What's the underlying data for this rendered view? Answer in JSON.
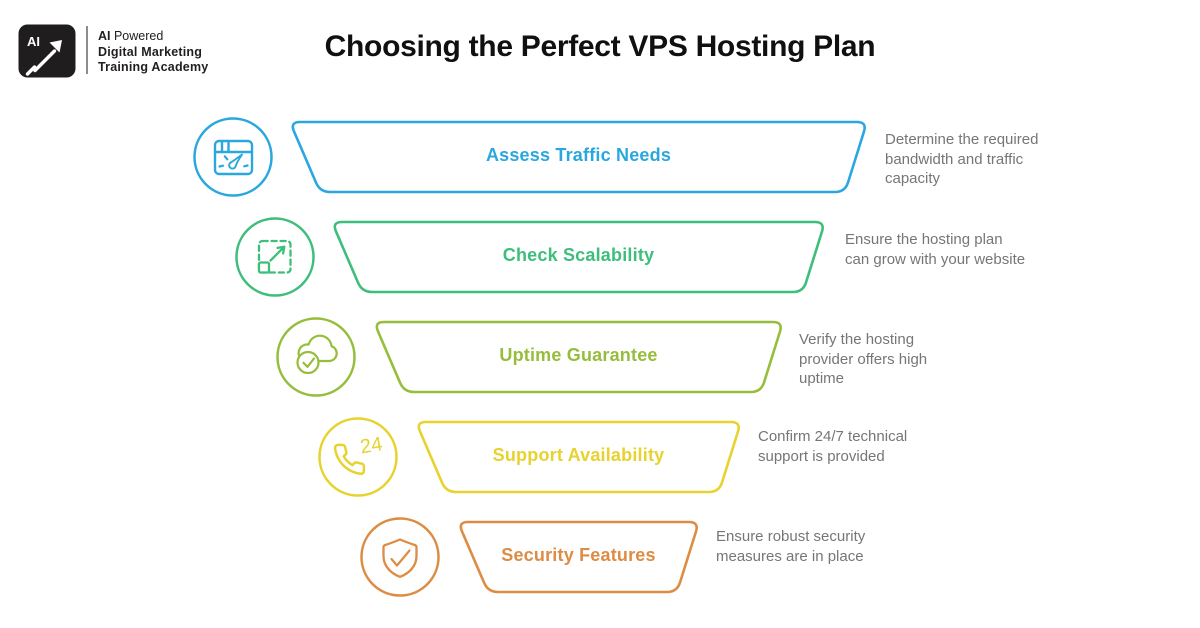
{
  "brand": {
    "logo_badge": "AI",
    "tagline_bold": "AI",
    "tagline_rest": " Powered",
    "name_line1": "Digital Marketing",
    "name_line2": "Training Academy"
  },
  "title": "Choosing the Perfect VPS Hosting Plan",
  "steps": [
    {
      "label": "Assess Traffic Needs",
      "description": "Determine the required bandwidth and traffic capacity",
      "color": "#2ba7df",
      "icon": "browser-gauge-icon"
    },
    {
      "label": "Check Scalability",
      "description": "Ensure the hosting plan can grow with your website",
      "color": "#3ebe7b",
      "icon": "resize-expand-icon"
    },
    {
      "label": "Uptime Guarantee",
      "description": "Verify the hosting provider offers high uptime",
      "color": "#97bd3c",
      "icon": "cloud-check-icon"
    },
    {
      "label": "Support Availability",
      "description": "Confirm 24/7 technical support is provided",
      "color": "#e7d22e",
      "icon": "phone-24-icon",
      "icon_text": "24"
    },
    {
      "label": "Security Features",
      "description": "Ensure robust security measures are in place",
      "color": "#dd8c44",
      "icon": "shield-check-icon"
    }
  ]
}
